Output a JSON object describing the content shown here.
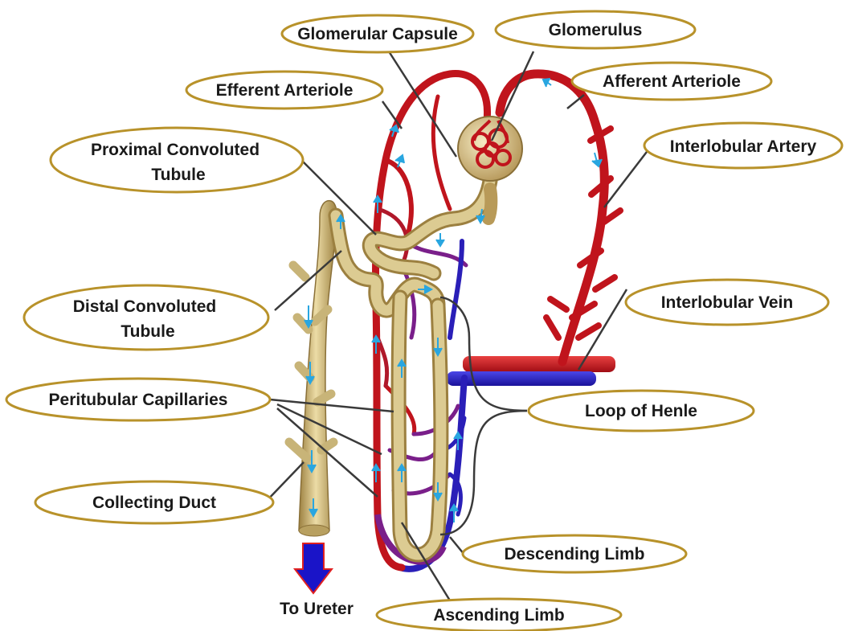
{
  "labels": {
    "glomerular_capsule": "Glomerular Capsule",
    "glomerulus": "Glomerulus",
    "efferent_arteriole": "Efferent Arteriole",
    "afferent_arteriole": "Afferent Arteriole",
    "proximal_convoluted_tubule_line1": "Proximal Convoluted",
    "proximal_convoluted_tubule_line2": "Tubule",
    "interlobular_artery": "Interlobular Artery",
    "interlobular_vein": "Interlobular Vein",
    "distal_convoluted_tubule_line1": "Distal Convoluted",
    "distal_convoluted_tubule_line2": "Tubule",
    "peritubular_capillaries": "Peritubular Capillaries",
    "loop_of_henle": "Loop of Henle",
    "collecting_duct": "Collecting Duct",
    "descending_limb": "Descending Limb",
    "to_ureter": "To Ureter",
    "ascending_limb": "Ascending Limb"
  },
  "colors": {
    "label_border": "#b8922a",
    "label_fill": "#ffffff",
    "leader_line": "#3a3a3a",
    "artery": "#c0141c",
    "vein": "#2a1fb8",
    "capillary_mid": "#7a1f8a",
    "tubule": "#d8c48a",
    "tubule_shade": "#a88c4c",
    "flow_arrow": "#29a6e0",
    "ureter_arrow_fill": "#1a14c8",
    "ureter_arrow_edge": "#e02020"
  }
}
